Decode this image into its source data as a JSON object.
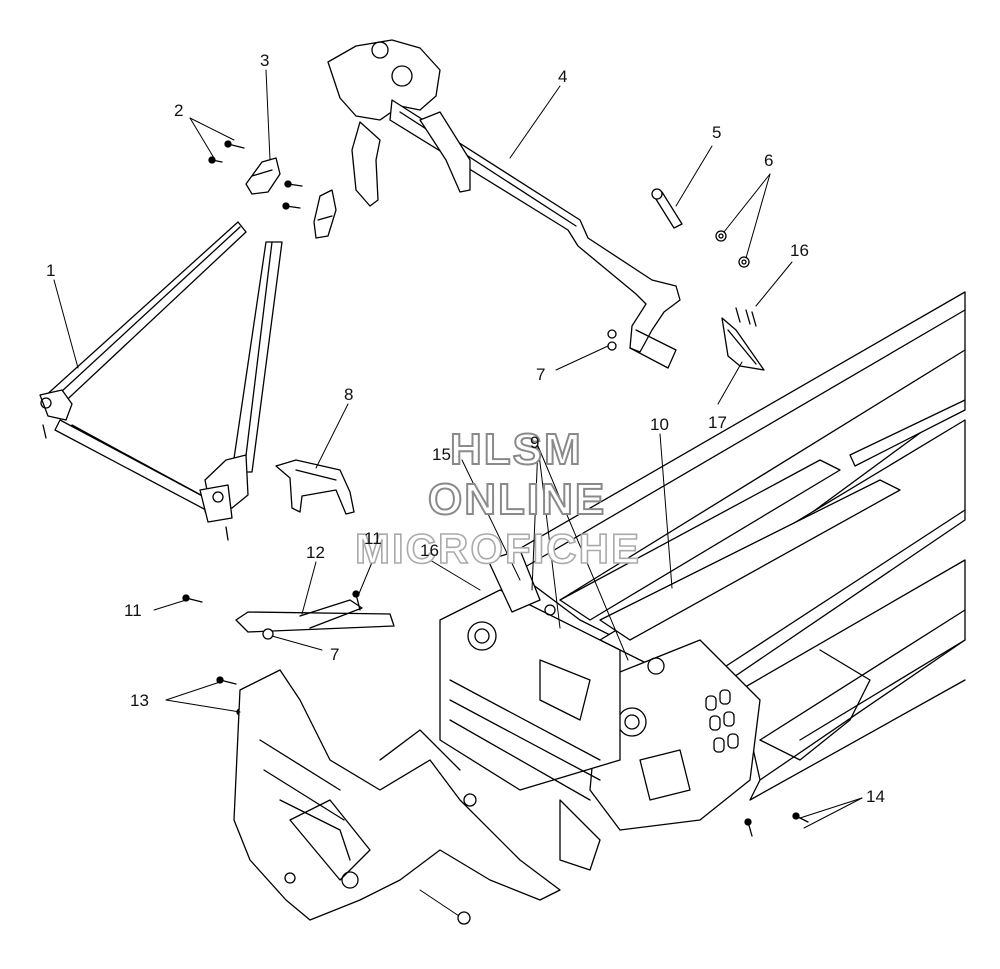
{
  "watermark": {
    "line1": "HLSM",
    "line2": "ONLINE",
    "line3": "MICROFICHE"
  },
  "callouts": {
    "c1": "1",
    "c2": "2",
    "c3": "3",
    "c4": "4",
    "c5": "5",
    "c6": "6",
    "c7a": "7",
    "c7b": "7",
    "c8": "8",
    "c9": "9",
    "c10": "10",
    "c11a": "11",
    "c11b": "11",
    "c12": "12",
    "c13": "13",
    "c14": "14",
    "c15": "15",
    "c16a": "16",
    "c16b": "16",
    "c17": "17"
  }
}
